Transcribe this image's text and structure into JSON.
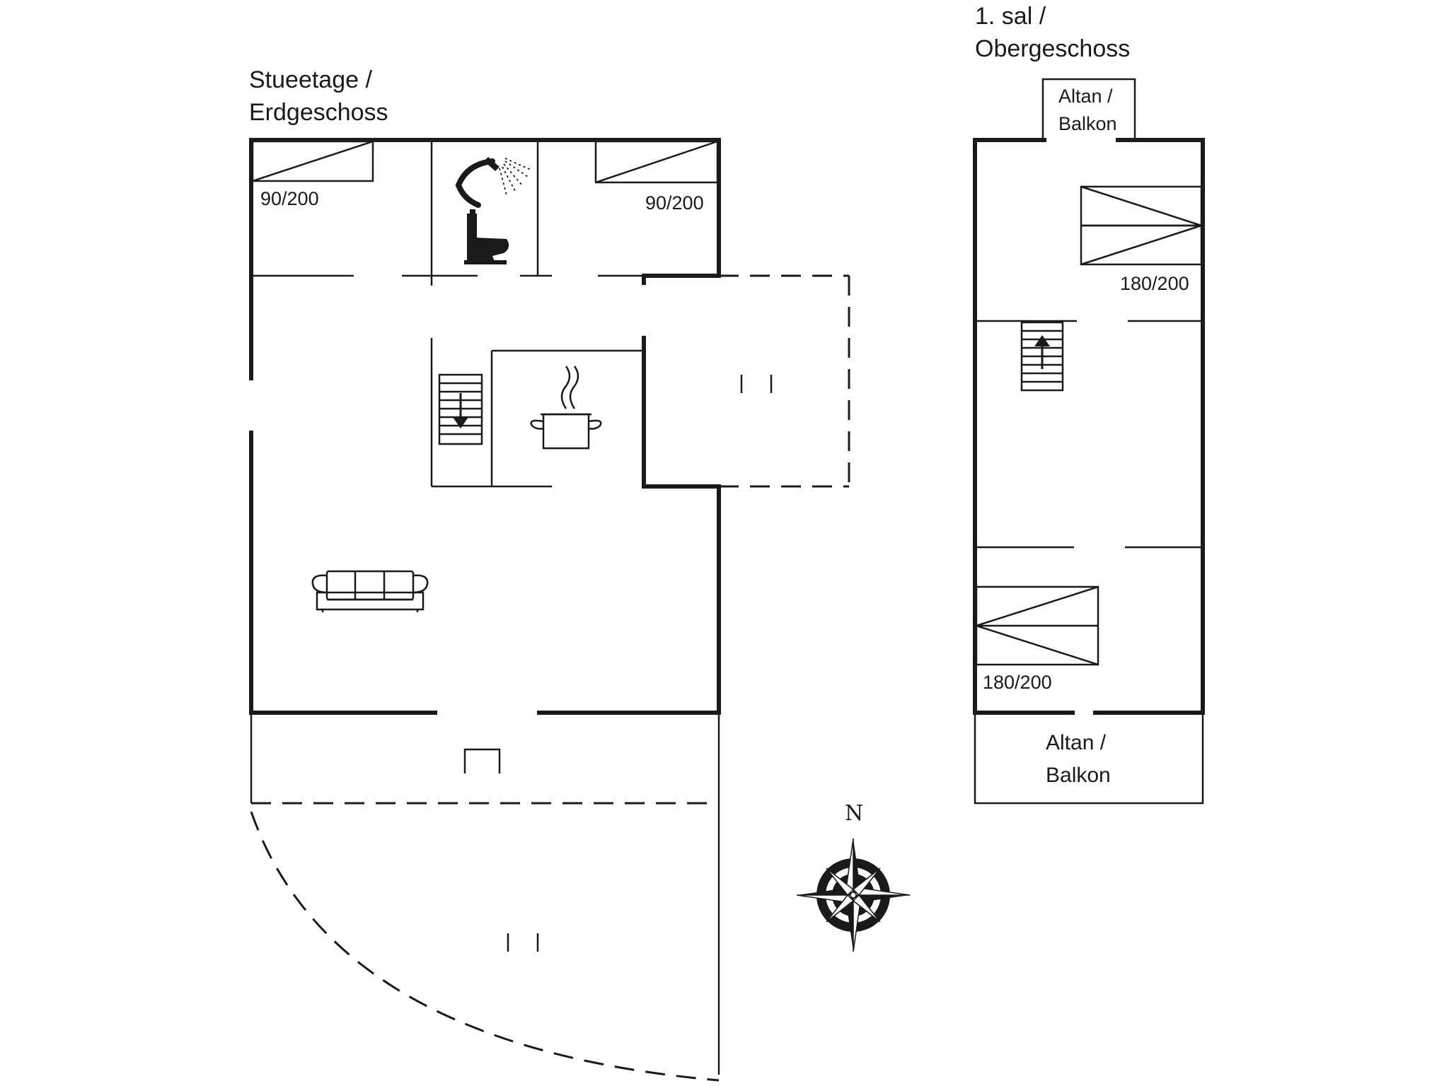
{
  "ground_floor": {
    "title_line1": "Stueetage /",
    "title_line2": "Erdgeschoss",
    "bed_left_size": "90/200",
    "bed_right_size": "90/200"
  },
  "upper_floor": {
    "title_line1": "1. sal /",
    "title_line2": "Obergeschoss",
    "balcony_top_line1": "Altan /",
    "balcony_top_line2": "Balkon",
    "bed_top_size": "180/200",
    "bed_bottom_size": "180/200",
    "balcony_bottom_line1": "Altan /",
    "balcony_bottom_line2": "Balkon"
  },
  "compass": {
    "north_label": "N"
  },
  "icons": {
    "bathroom": [
      "shower-icon",
      "toilet-icon"
    ],
    "kitchen": "cooking-pot-icon",
    "living": "sofa-icon",
    "stairs": [
      "stairs-down-icon",
      "stairs-up-icon"
    ],
    "terrace": "fireplace-icon"
  }
}
